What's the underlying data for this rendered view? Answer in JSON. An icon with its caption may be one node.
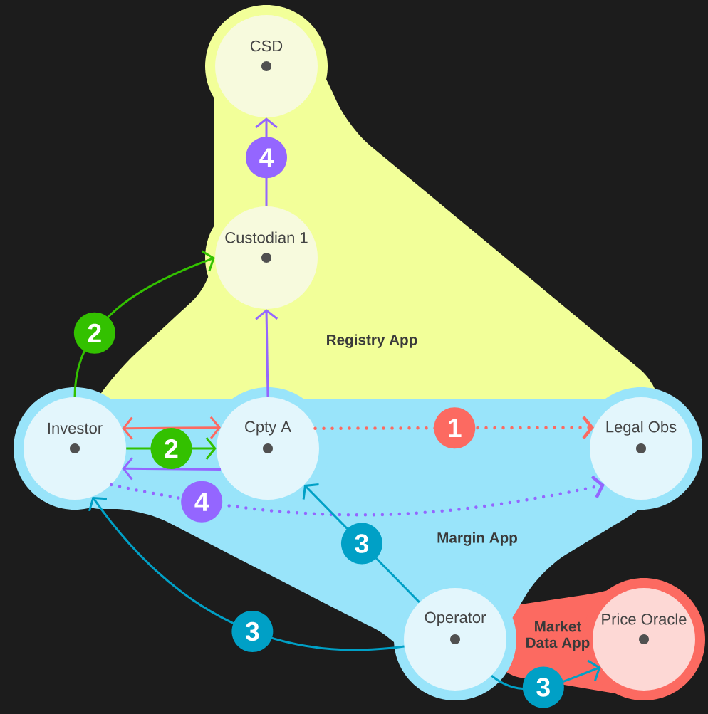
{
  "diagram": {
    "nodes": [
      {
        "text": [
          "Registry App"
        ]
      },
      {
        "text": [
          "CSD"
        ],
        "in": 0
      },
      {
        "text": [
          "Custodian 1"
        ],
        "in": 0
      },
      {
        "text": [
          "Margin App"
        ]
      },
      {
        "text": [
          "Investor"
        ],
        "in": 3
      },
      {
        "text": [
          "Cpty A"
        ],
        "in": 3
      },
      {
        "text": [
          "Legal Obs"
        ],
        "in": 3
      },
      {
        "text": [
          "Operator"
        ],
        "in": 3
      },
      {
        "text": [
          "Market Data App"
        ]
      },
      {
        "text": [
          "Price Oracle"
        ],
        "in": 8
      }
    ],
    "edges": [
      {
        "from": 4,
        "to": 5,
        "arrow": "both",
        "color": "#fc6a61"
      },
      {
        "from": 5,
        "to": 6,
        "arrow": "to",
        "label": "1",
        "style": "dashed",
        "color": "#fc6a61"
      },
      {
        "from": 4,
        "to": 2,
        "arrow": "to",
        "label": "2",
        "color": "#33c100"
      },
      {
        "from": 4,
        "to": 5,
        "arrow": "to",
        "label": "2",
        "color": "#33c100"
      },
      {
        "from": 5,
        "to": 2,
        "arrow": "to",
        "color": "#9466ff"
      },
      {
        "from": 2,
        "to": 1,
        "arrow": "to",
        "label": "4",
        "color": "#9466ff"
      },
      {
        "from": 5,
        "to": 4,
        "arrow": "to",
        "color": "#9466ff"
      },
      {
        "from": 4,
        "to": 6,
        "arrow": "to",
        "label": "4",
        "style": "dashed",
        "color": "#9466ff"
      },
      {
        "from": 7,
        "to": 5,
        "arrow": "to",
        "label": "3",
        "color": "#00a0c6"
      },
      {
        "from": 7,
        "to": 4,
        "arrow": "to",
        "label": "3",
        "color": "#00a0c6"
      },
      {
        "from": 7,
        "to": 9,
        "arrow": "to",
        "label": "3",
        "color": "#00a0c6"
      }
    ]
  }
}
